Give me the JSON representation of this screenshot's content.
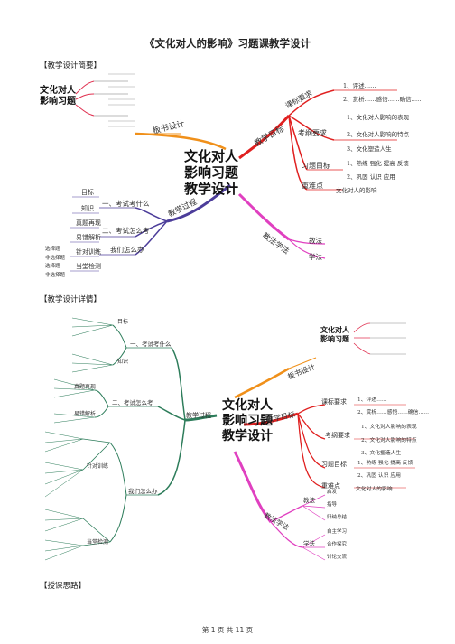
{
  "page_title": "《文化对人的影响》习题课教学设计",
  "section_summary": "【教学设计简要】",
  "section_detail": "【教学设计详情】",
  "section_ideas": "【授课思路】",
  "footer": "第 1 页 共 11 页",
  "map1": {
    "center": [
      "文化对人",
      "影响习题",
      "教学设计"
    ],
    "board": "板书设计",
    "goals": {
      "label": "教学目标",
      "course_req": {
        "label": "课标要求",
        "items": [
          "1、评述……",
          "2、赏析……感悟……确信……"
        ]
      },
      "exam_req": {
        "label": "考纲要求",
        "items": [
          "1、文化对人影响的表现",
          "2、文化对人影响的特点",
          "3、文化塑造人生"
        ]
      },
      "practice": {
        "label": "习题目标",
        "items": [
          "1、熟练 强化 提高 反馈",
          "2、巩固 认识 应用"
        ]
      },
      "keypoint": {
        "label": "重难点",
        "text": "文化对人的影响"
      }
    },
    "process": {
      "label": "教学过程",
      "b1": {
        "label": "一、考试考什么",
        "items": [
          "目标",
          "知识"
        ]
      },
      "b2": {
        "label": "二、考试怎么考",
        "items": [
          "真题再现",
          "易错解析"
        ]
      },
      "b3": {
        "label": "我们怎么办",
        "g1": "针对训练",
        "g2": "当堂检测",
        "small": [
          "选择题",
          "非选择题",
          "选择题",
          "非选择题"
        ]
      }
    },
    "method": {
      "label": "教法学法",
      "items": [
        "教法",
        "学法"
      ]
    }
  },
  "map2": {
    "center": [
      "文化对人",
      "影响习题",
      "教学设计"
    ],
    "board": "板书设计",
    "goals": {
      "label": "教学目标",
      "course_req": {
        "label": "课标要求",
        "items": [
          "1、评述……",
          "2、赏析……感悟……确信……"
        ]
      },
      "exam_req": {
        "label": "考纲要求",
        "items": [
          "1、文化对人影响的表现",
          "2、文化对人影响的特点",
          "3、文化塑造人生"
        ]
      },
      "practice": {
        "label": "习题目标",
        "items": [
          "1、熟练 强化 提高 反馈",
          "2、巩固 认识 应用"
        ]
      },
      "keypoint": {
        "label": "重难点",
        "text": "文化对人的影响"
      }
    },
    "process": {
      "label": "教学过程",
      "b1": {
        "label": "一、考试考什么",
        "target": "目标",
        "knowledge": "知识"
      },
      "b2": {
        "label": "二、考试怎么考",
        "real": "真题再现",
        "error": "易错解析"
      },
      "b3": {
        "label": "我们怎么办",
        "train": "针对训练",
        "test": "当堂检测"
      }
    },
    "method": {
      "label": "教法学法",
      "teach": "教法",
      "teach_items": [
        "启发",
        "指导",
        "归纳总结"
      ],
      "learn": "学法",
      "learn_items": [
        "自主学习",
        "合作探究",
        "讨论交流"
      ]
    }
  }
}
